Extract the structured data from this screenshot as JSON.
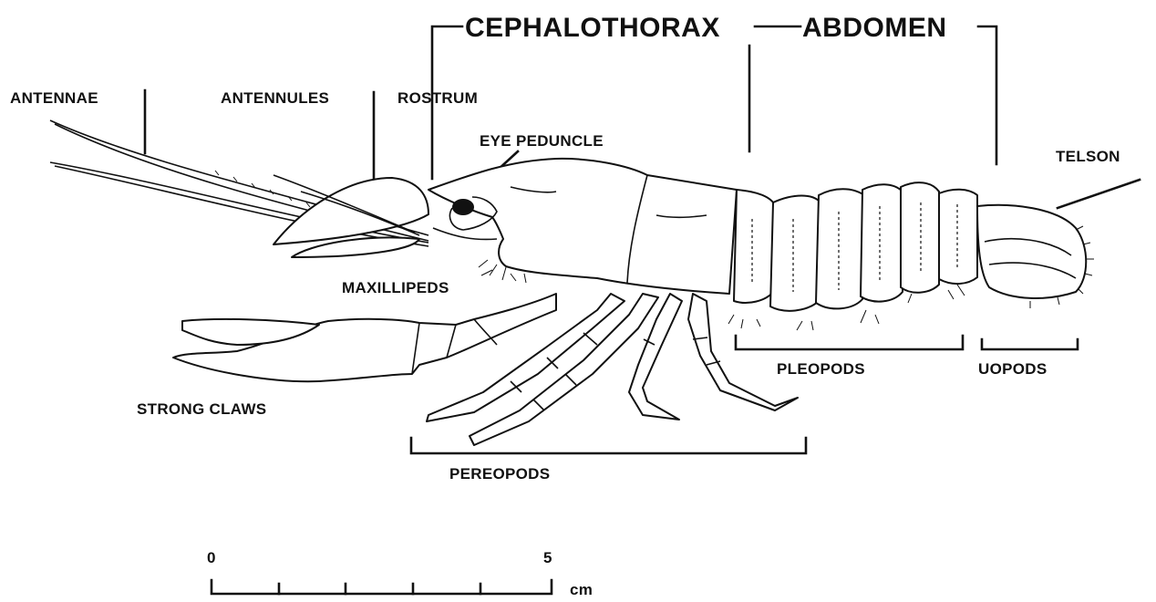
{
  "regions": {
    "cephalothorax": "CEPHALOTHORAX",
    "abdomen": "ABDOMEN"
  },
  "labels": {
    "antennae": "ANTENNAE",
    "antennules": "ANTENNULES",
    "rostrum": "ROSTRUM",
    "eye_peduncle": "EYE PEDUNCLE",
    "telson": "TELSON",
    "maxillipeds": "MAXILLIPEDS",
    "pleopods": "PLEOPODS",
    "uopods": "UOPODS",
    "strong_claws": "STRONG CLAWS",
    "pereopods": "PEREOPODS"
  },
  "scale_bar": {
    "start_label": "0",
    "end_label": "5",
    "unit": "cm"
  }
}
